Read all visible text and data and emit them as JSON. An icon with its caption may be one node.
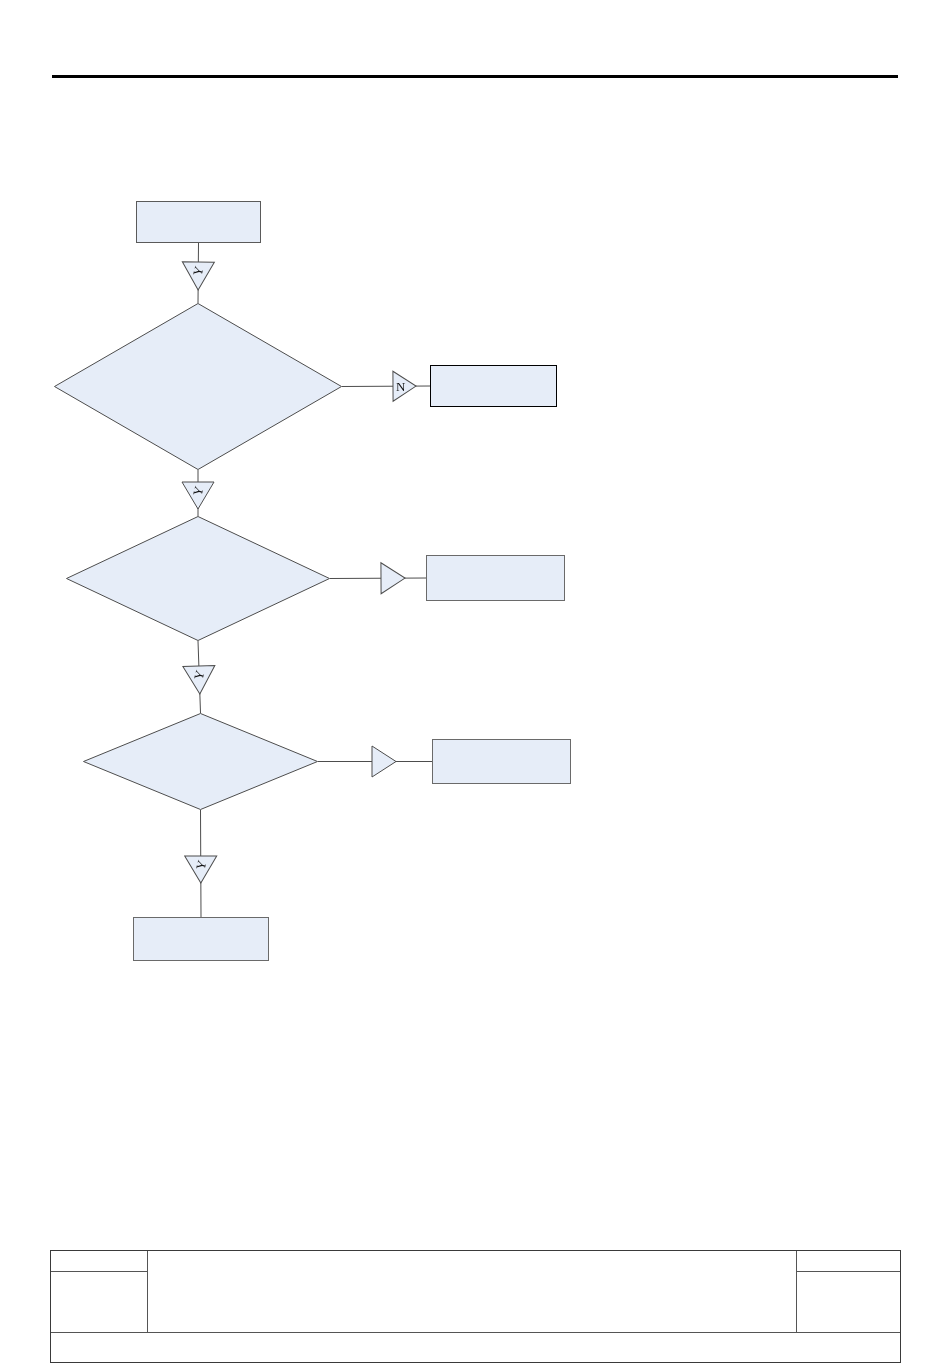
{
  "diagram": {
    "nodes": [
      {
        "text": [],
        "shape": "box"
      },
      {
        "text": [],
        "shape": "diamond"
      },
      {
        "text": [],
        "shape": "box"
      },
      {
        "text": [],
        "shape": "diamond"
      },
      {
        "text": [],
        "shape": "box"
      },
      {
        "text": [],
        "shape": "diamond"
      },
      {
        "text": [],
        "shape": "box"
      },
      {
        "text": [],
        "shape": "box"
      }
    ],
    "edges": [
      {
        "from": 0,
        "to": 1,
        "arrow": "to",
        "label": "Y"
      },
      {
        "from": 1,
        "to": 2,
        "arrow": "to",
        "label": "N"
      },
      {
        "from": 1,
        "to": 3,
        "arrow": "to",
        "label": "Y"
      },
      {
        "from": 3,
        "to": 4,
        "arrow": "to"
      },
      {
        "from": 3,
        "to": 5,
        "arrow": "to",
        "label": "Y"
      },
      {
        "from": 5,
        "to": 6,
        "arrow": "to"
      },
      {
        "from": 5,
        "to": 7,
        "arrow": "to",
        "label": "Y"
      }
    ]
  }
}
